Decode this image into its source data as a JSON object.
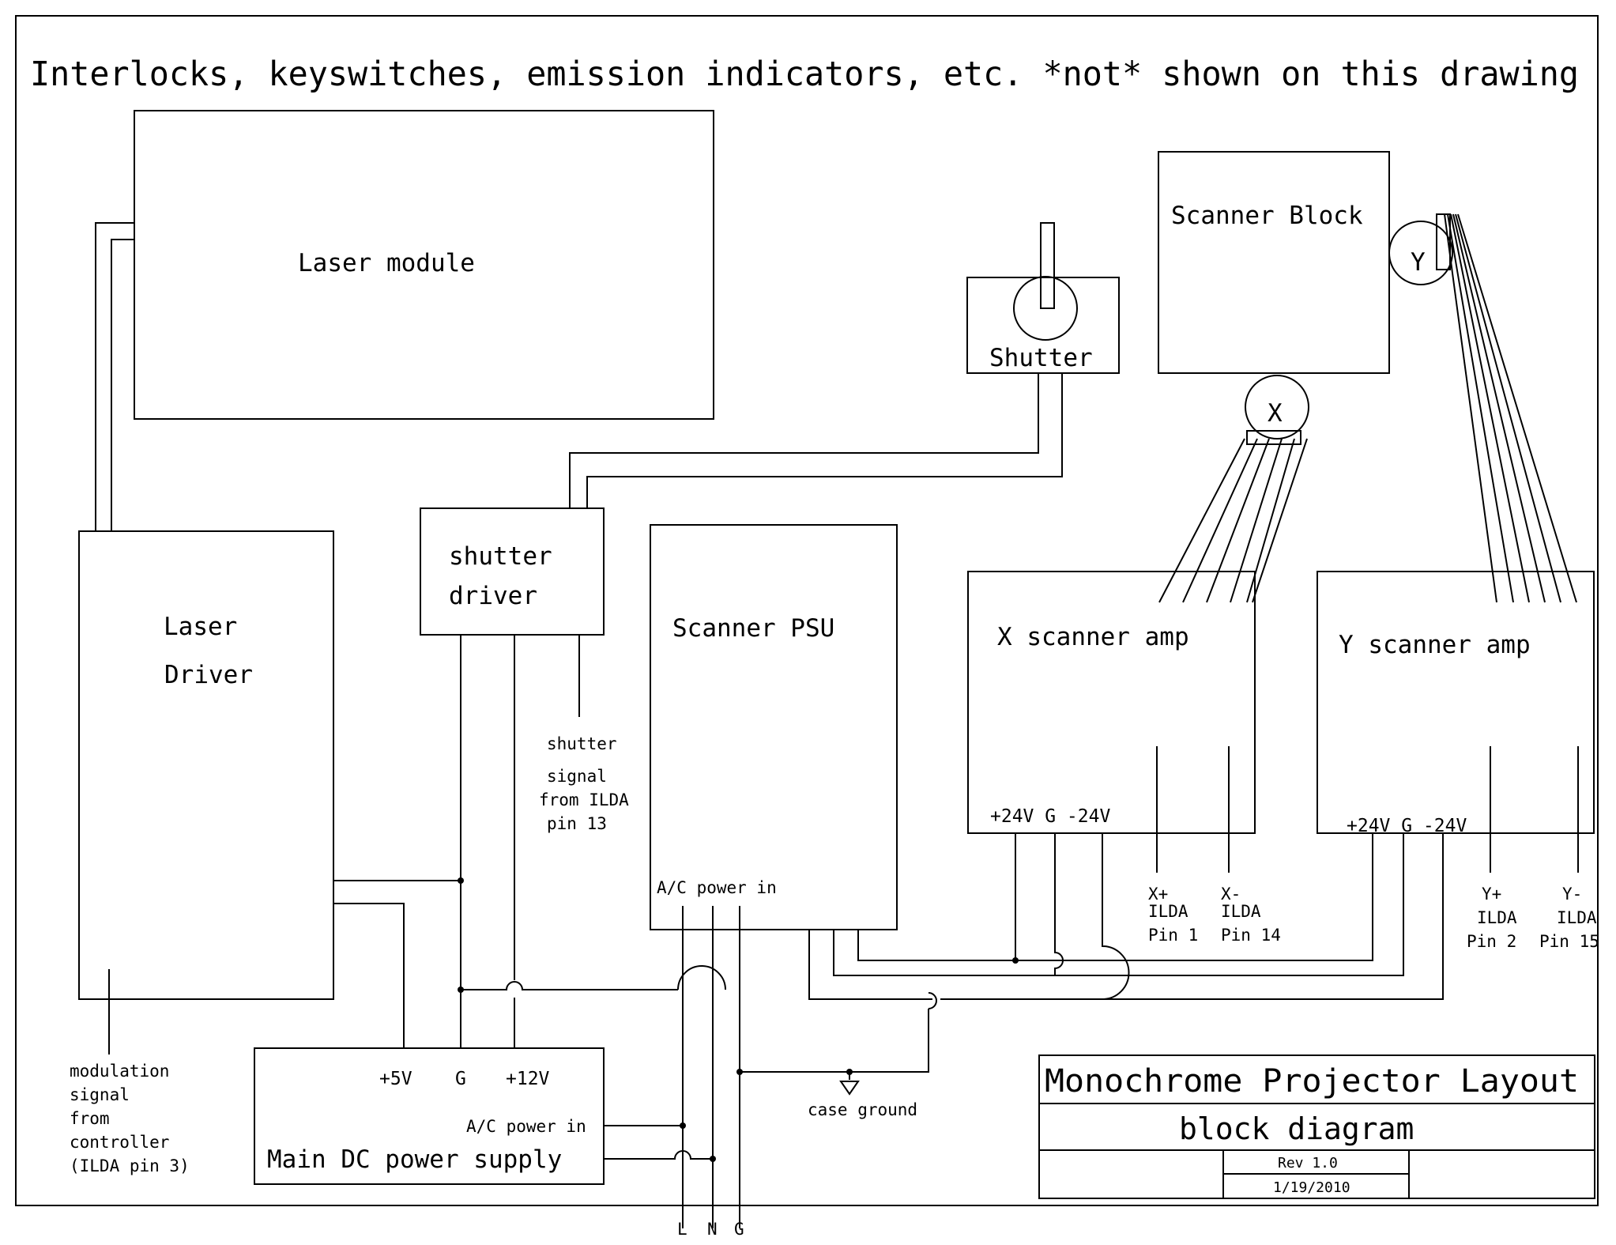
{
  "header": {
    "note": "Interlocks, keyswitches, emission indicators, etc. *not* shown on this drawing"
  },
  "blocks": {
    "laser_module": "Laser module",
    "laser_driver_line1": "Laser",
    "laser_driver_line2": "Driver",
    "shutter_driver_line1": "shutter",
    "shutter_driver_line2": "driver",
    "shutter": "Shutter",
    "scanner_psu": "Scanner PSU",
    "scanner_block": "Scanner Block",
    "x_scanner_amp": "X scanner amp",
    "y_scanner_amp": "Y scanner amp",
    "main_dc_psu": "Main DC power supply"
  },
  "galvos": {
    "x": "X",
    "y": "Y"
  },
  "terminals": {
    "x_amp": "+24V G -24V",
    "y_amp": "+24V G -24V",
    "psu_plus5": "+5V",
    "psu_g": "G",
    "psu_plus12": "+12V",
    "psu_ac_in": "A/C power in",
    "scanner_psu_ac_in": "A/C power in"
  },
  "labels": {
    "shutter_signal": [
      "shutter",
      "signal",
      "from ILDA",
      "pin 13"
    ],
    "modulation_signal": [
      "modulation",
      "signal",
      "from",
      "controller",
      "(ILDA pin 3)"
    ],
    "case_ground": "case ground",
    "x_plus": [
      "X+",
      "ILDA",
      "Pin 1"
    ],
    "x_minus": [
      "X-",
      "ILDA",
      "Pin 14"
    ],
    "y_plus": [
      "Y+",
      "ILDA",
      "Pin 2"
    ],
    "y_minus": [
      "Y-",
      "ILDA",
      "Pin 15"
    ],
    "mains_l": "L",
    "mains_n": "N",
    "mains_g": "G"
  },
  "title_block": {
    "title": "Monochrome Projector Layout",
    "subtitle": "block diagram",
    "rev": "Rev 1.0",
    "date": "1/19/2010"
  }
}
